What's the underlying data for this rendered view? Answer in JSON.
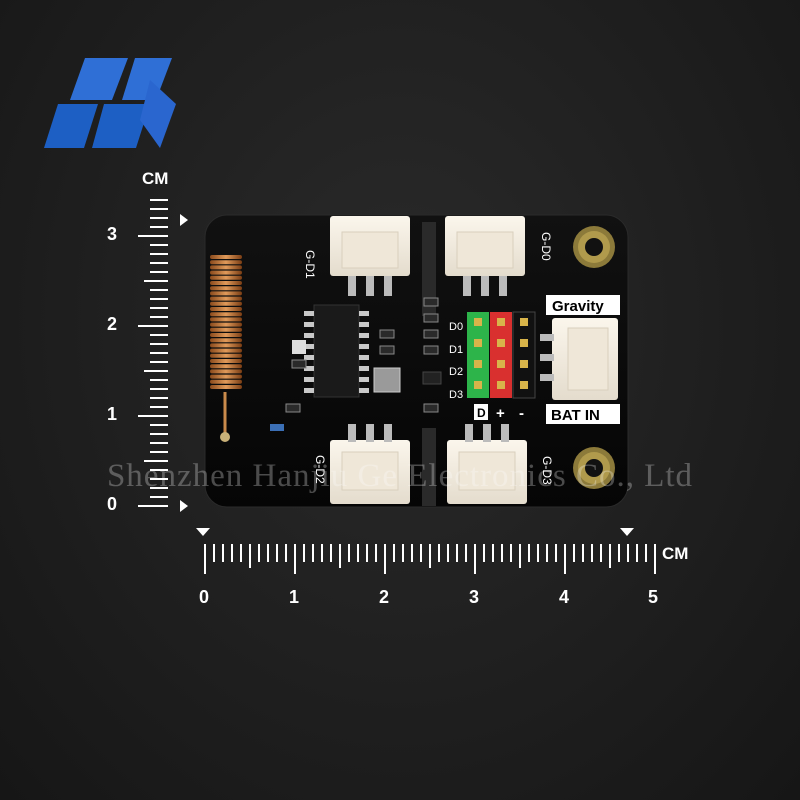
{
  "watermark": "Shenzhen Hanjiu Ge Electronics Co., Ltd",
  "logo": {
    "mark_colors": [
      "#2f6fd6",
      "#1d5fc4"
    ]
  },
  "ruler": {
    "unit": "CM",
    "horizontal_ticks": [
      "0",
      "1",
      "2",
      "3",
      "4",
      "5"
    ],
    "vertical_ticks": [
      "3",
      "2",
      "1",
      "0"
    ]
  },
  "board": {
    "connectors": [
      "G-D1",
      "G-D0",
      "G-D2",
      "G-D3"
    ],
    "pins": [
      "D0",
      "D1",
      "D2",
      "D3"
    ],
    "header_legend": [
      "D",
      "+",
      "-"
    ],
    "power_labels": {
      "gravity": "Gravity",
      "bat_in": "BAT IN"
    }
  }
}
